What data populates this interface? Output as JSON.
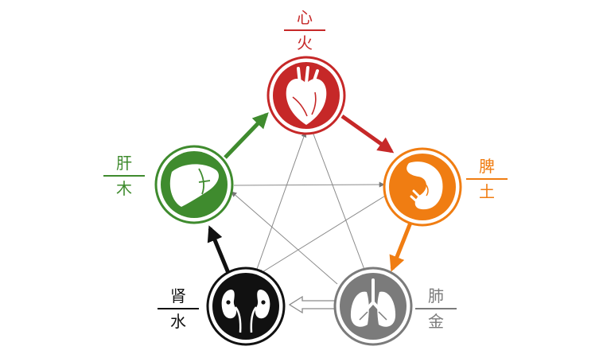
{
  "nodes": {
    "heart": {
      "organ": "心",
      "element": "火",
      "color": "#c62828",
      "icon": "heart-icon"
    },
    "spleen": {
      "organ": "脾",
      "element": "土",
      "color": "#f07d12",
      "icon": "spleen-icon"
    },
    "lung": {
      "organ": "肺",
      "element": "金",
      "color": "#7b7b7b",
      "icon": "lungs-icon"
    },
    "kidney": {
      "organ": "肾",
      "element": "水",
      "color": "#111111",
      "icon": "kidneys-icon"
    },
    "liver": {
      "organ": "肝",
      "element": "木",
      "color": "#3f8b2e",
      "icon": "liver-icon"
    }
  }
}
